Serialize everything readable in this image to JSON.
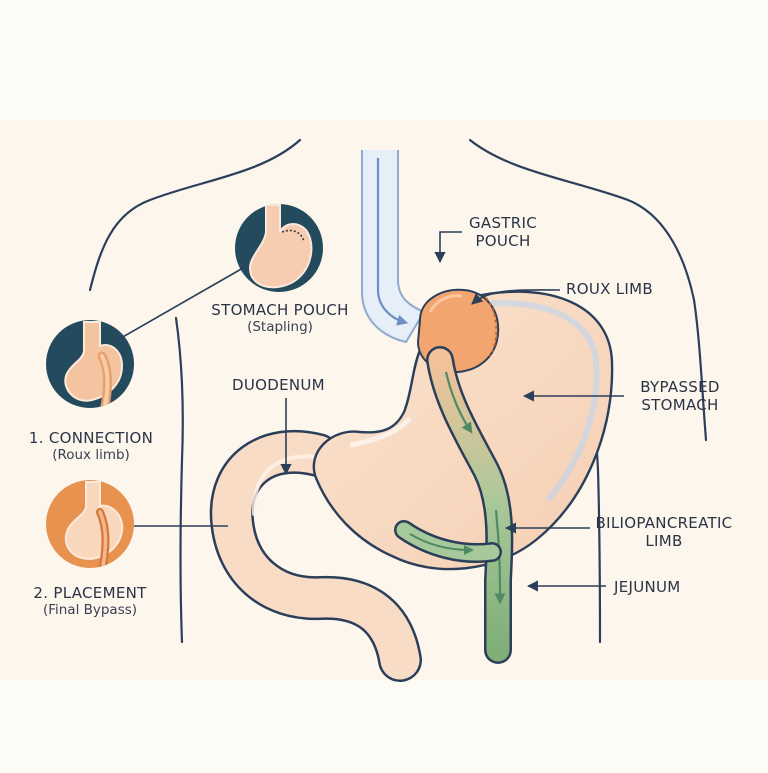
{
  "insets": {
    "stomach_pouch": {
      "title": "STOMACH POUCH",
      "subtitle": "(Stapling)",
      "icon": "stomach-stapling-icon",
      "bg": "#244a5e"
    },
    "connection": {
      "title": "1. CONNECTION",
      "subtitle": "(Roux limb)",
      "icon": "stomach-connection-icon",
      "bg": "#244a5e"
    },
    "placement": {
      "title": "2. PLACEMENT",
      "subtitle": "(Final Bypass)",
      "icon": "stomach-bypass-icon",
      "bg": "#e8924f"
    }
  },
  "labels": {
    "duodenum": "DUODENUM",
    "gastric_pouch_1": "GASTRIC",
    "gastric_pouch_2": "POUCH",
    "roux_limb": "ROUX LIMB",
    "bypassed_stomach_1": "BYPASSED",
    "bypassed_stomach_2": "STOMACH",
    "biliopancreatic_1": "BILIOPANCREATIC",
    "biliopancreatic_2": "LIMB",
    "jejunum": "JEJUNUM"
  },
  "colors": {
    "outline": "#2c3f5a",
    "stomach_fill": "#f7d9c4",
    "pouch_fill": "#f3a56f",
    "limb_green": "#7fae78",
    "esophagus_blue": "#b8cde6"
  }
}
